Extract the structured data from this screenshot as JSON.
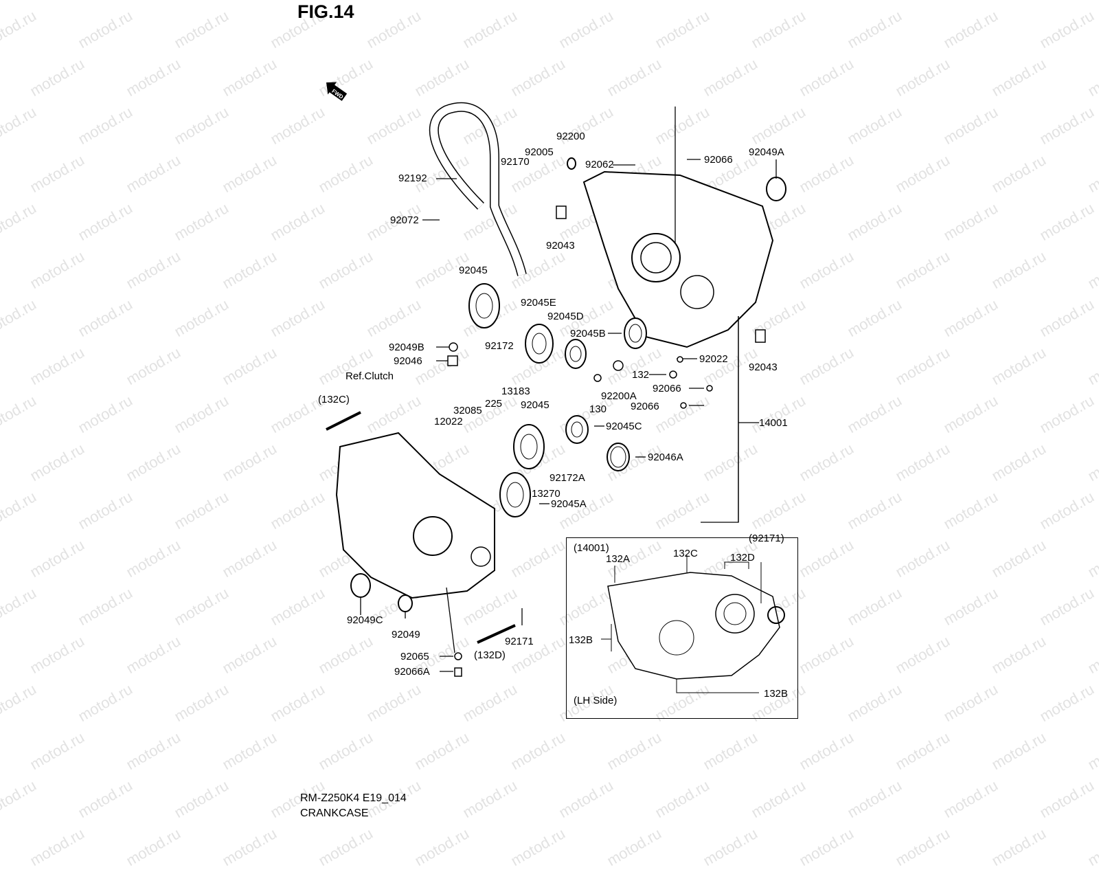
{
  "figure": {
    "title": "FIG.14",
    "direction_badge": "FWD",
    "model_code": "RM-Z250K4 E19_014",
    "section_name": "CRANKCASE",
    "watermark": "motod.ru"
  },
  "parts": [
    {
      "id": "92200",
      "label": "92200"
    },
    {
      "id": "92005",
      "label": "92005"
    },
    {
      "id": "92170",
      "label": "92170"
    },
    {
      "id": "92062",
      "label": "92062"
    },
    {
      "id": "92066-top",
      "label": "92066"
    },
    {
      "id": "92049A",
      "label": "92049A"
    },
    {
      "id": "92192",
      "label": "92192"
    },
    {
      "id": "92072",
      "label": "92072"
    },
    {
      "id": "92043-top",
      "label": "92043"
    },
    {
      "id": "92045-top",
      "label": "92045"
    },
    {
      "id": "92045E",
      "label": "92045E"
    },
    {
      "id": "92045D",
      "label": "92045D"
    },
    {
      "id": "92045B",
      "label": "92045B"
    },
    {
      "id": "92049B",
      "label": "92049B"
    },
    {
      "id": "92046",
      "label": "92046"
    },
    {
      "id": "92172",
      "label": "92172"
    },
    {
      "id": "13183",
      "label": "13183"
    },
    {
      "id": "92022",
      "label": "92022"
    },
    {
      "id": "92043-right",
      "label": "92043"
    },
    {
      "id": "132",
      "label": "132"
    },
    {
      "id": "92066-mid",
      "label": "92066"
    },
    {
      "id": "92200A",
      "label": "92200A"
    },
    {
      "id": "130",
      "label": "130"
    },
    {
      "id": "92066-low",
      "label": "92066"
    },
    {
      "id": "ref-clutch",
      "label": "Ref.Clutch"
    },
    {
      "id": "132C-paren",
      "label": "(132C)"
    },
    {
      "id": "32085",
      "label": "32085"
    },
    {
      "id": "225",
      "label": "225"
    },
    {
      "id": "92045-mid",
      "label": "92045"
    },
    {
      "id": "12022",
      "label": "12022"
    },
    {
      "id": "92045C",
      "label": "92045C"
    },
    {
      "id": "14001",
      "label": "14001"
    },
    {
      "id": "92046A",
      "label": "92046A"
    },
    {
      "id": "92172A",
      "label": "92172A"
    },
    {
      "id": "13270",
      "label": "13270"
    },
    {
      "id": "92045A",
      "label": "92045A"
    },
    {
      "id": "92049C",
      "label": "92049C"
    },
    {
      "id": "92049",
      "label": "92049"
    },
    {
      "id": "92171",
      "label": "92171"
    },
    {
      "id": "92065",
      "label": "92065"
    },
    {
      "id": "132D-paren",
      "label": "(132D)"
    },
    {
      "id": "92066A",
      "label": "92066A"
    }
  ],
  "inset": {
    "part_ref": "(14001)",
    "clip_ref": "(92171)",
    "side_note": "(LH Side)",
    "bolts": {
      "a": "132A",
      "b_left": "132B",
      "b_bottom": "132B",
      "c": "132C",
      "d": "132D"
    }
  }
}
